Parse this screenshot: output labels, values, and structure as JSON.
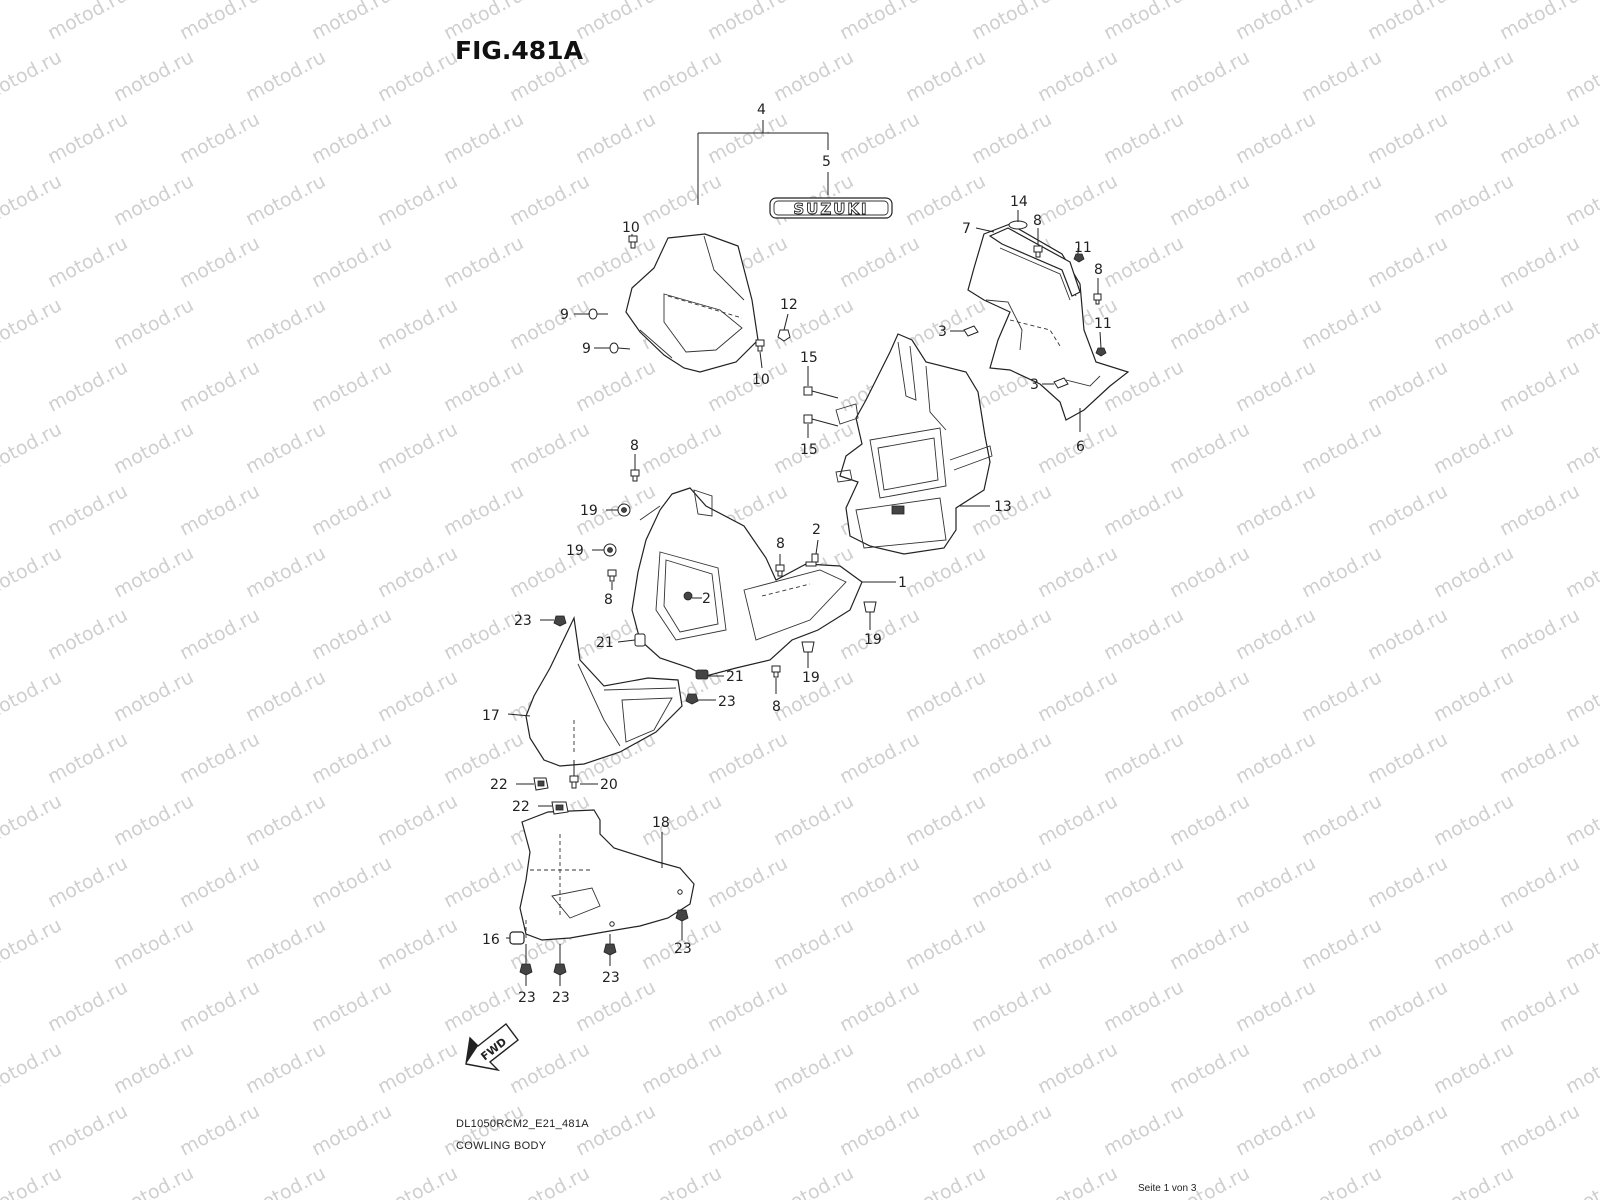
{
  "figure": {
    "title": "FIG.481A",
    "model_code": "DL1050RCM2_E21_481A",
    "section_name": "COWLING BODY",
    "page_counter": "Seite 1 von 3",
    "watermark_text": "motod.ru",
    "emblem_text": "SUZUKI",
    "direction_label": "FWD"
  },
  "callouts": [
    {
      "id": "c4",
      "label": "4"
    },
    {
      "id": "c5",
      "label": "5"
    },
    {
      "id": "c10a",
      "label": "10"
    },
    {
      "id": "c10b",
      "label": "10"
    },
    {
      "id": "c9a",
      "label": "9"
    },
    {
      "id": "c9b",
      "label": "9"
    },
    {
      "id": "c12",
      "label": "12"
    },
    {
      "id": "c14",
      "label": "14"
    },
    {
      "id": "c8a",
      "label": "8"
    },
    {
      "id": "c7",
      "label": "7"
    },
    {
      "id": "c11a",
      "label": "11"
    },
    {
      "id": "c8b",
      "label": "8"
    },
    {
      "id": "c3a",
      "label": "3"
    },
    {
      "id": "c11b",
      "label": "11"
    },
    {
      "id": "c3b",
      "label": "3"
    },
    {
      "id": "c6",
      "label": "6"
    },
    {
      "id": "c15a",
      "label": "15"
    },
    {
      "id": "c15b",
      "label": "15"
    },
    {
      "id": "c13",
      "label": "13"
    },
    {
      "id": "c8c",
      "label": "8"
    },
    {
      "id": "c19a",
      "label": "19"
    },
    {
      "id": "c19b",
      "label": "19"
    },
    {
      "id": "c8d",
      "label": "8"
    },
    {
      "id": "c8e",
      "label": "8"
    },
    {
      "id": "c2a",
      "label": "2"
    },
    {
      "id": "c2b",
      "label": "2"
    },
    {
      "id": "c1",
      "label": "1"
    },
    {
      "id": "c19c",
      "label": "19"
    },
    {
      "id": "c19d",
      "label": "19"
    },
    {
      "id": "c23a",
      "label": "23"
    },
    {
      "id": "c21a",
      "label": "21"
    },
    {
      "id": "c21b",
      "label": "21"
    },
    {
      "id": "c23b",
      "label": "23"
    },
    {
      "id": "c8f",
      "label": "8"
    },
    {
      "id": "c17",
      "label": "17"
    },
    {
      "id": "c22a",
      "label": "22"
    },
    {
      "id": "c20",
      "label": "20"
    },
    {
      "id": "c22b",
      "label": "22"
    },
    {
      "id": "c18",
      "label": "18"
    },
    {
      "id": "c16",
      "label": "16"
    },
    {
      "id": "c23c",
      "label": "23"
    },
    {
      "id": "c23d",
      "label": "23"
    },
    {
      "id": "c23e",
      "label": "23"
    },
    {
      "id": "c23f",
      "label": "23"
    }
  ]
}
